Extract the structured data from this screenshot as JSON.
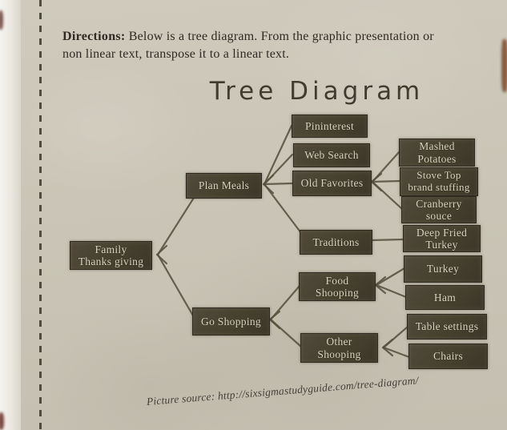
{
  "page": {
    "directions": {
      "label": "Directions:",
      "line1": " Below is a tree diagram. From the graphic presentation or",
      "line2": "non linear text, transpose it to a linear text."
    },
    "title": "Tree Diagram",
    "source_caption": "Picture source: http://sixsigmastudyguide.com/tree-diagram/"
  },
  "colors": {
    "page_bg": "#cac5b6",
    "edge_strip": "#ece9e1",
    "dash": "#3b362c",
    "node_bg": "#46402f",
    "node_text": "#d9d3bf",
    "connector": "#55503f"
  },
  "tree": {
    "nodes": [
      {
        "id": "family",
        "label": "Family\nThanks giving"
      },
      {
        "id": "plan-meals",
        "label": "Plan Meals"
      },
      {
        "id": "go-shopping",
        "label": "Go Shopping"
      },
      {
        "id": "pininterest",
        "label": "Pininterest"
      },
      {
        "id": "web-search",
        "label": "Web Search"
      },
      {
        "id": "old-favorites",
        "label": "Old Favorites"
      },
      {
        "id": "traditions",
        "label": "Traditions"
      },
      {
        "id": "food-shooping",
        "label": "Food\nShooping"
      },
      {
        "id": "other-shooping",
        "label": "Other\nShooping"
      },
      {
        "id": "mashed-potatoes",
        "label": "Mashed\nPotatoes"
      },
      {
        "id": "stove-top",
        "label": "Stove Top\nbrand stuffing"
      },
      {
        "id": "cranberry",
        "label": "Cranberry\nsouce"
      },
      {
        "id": "deep-fried-turkey",
        "label": "Deep Fried\nTurkey"
      },
      {
        "id": "turkey",
        "label": "Turkey"
      },
      {
        "id": "ham",
        "label": "Ham"
      },
      {
        "id": "table-settings",
        "label": "Table settings"
      },
      {
        "id": "chairs",
        "label": "Chairs"
      }
    ],
    "hierarchy": {
      "Family Thanks giving": {
        "Plan Meals": {
          "Pininterest": [],
          "Web Search": [],
          "Old Favorites": [
            "Mashed Potatoes",
            "Stove Top brand stuffing",
            "Cranberry souce"
          ],
          "Traditions": [
            "Deep Fried Turkey"
          ]
        },
        "Go Shopping": {
          "Food Shooping": [
            "Turkey",
            "Ham"
          ],
          "Other Shooping": [
            "Table settings",
            "Chairs"
          ]
        }
      }
    }
  }
}
